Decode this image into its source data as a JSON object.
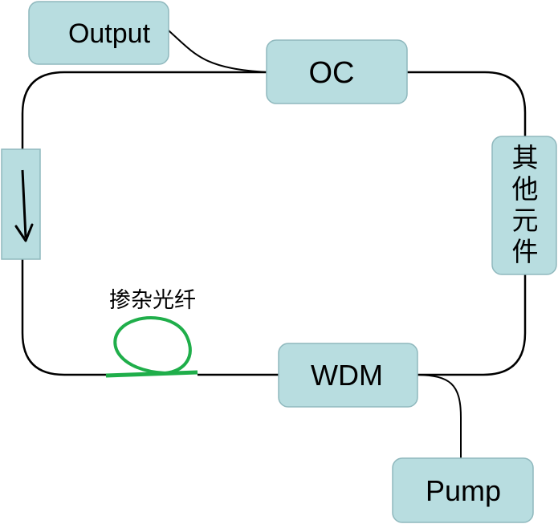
{
  "diagram": {
    "nodes": {
      "output": {
        "label": "Output"
      },
      "oc": {
        "label": "OC"
      },
      "other": {
        "label_chars": [
          "其",
          "他",
          "元",
          "件"
        ]
      },
      "isolator": {
        "symbol": "down-arrow"
      },
      "doped_fiber": {
        "label": "掺杂光纤"
      },
      "wdm": {
        "label": "WDM"
      },
      "pump": {
        "label": "Pump"
      }
    },
    "connections": [
      {
        "from": "oc",
        "to": "other"
      },
      {
        "from": "other",
        "to": "wdm"
      },
      {
        "from": "wdm",
        "to": "doped_fiber"
      },
      {
        "from": "doped_fiber",
        "to": "isolator"
      },
      {
        "from": "isolator",
        "to": "oc"
      },
      {
        "from": "oc",
        "to": "output"
      },
      {
        "from": "pump",
        "to": "wdm"
      }
    ]
  },
  "colors": {
    "box_fill": "#b8dde0",
    "box_stroke": "#8fb8bd",
    "line": "#000000",
    "fiber": "#1fae4a"
  }
}
